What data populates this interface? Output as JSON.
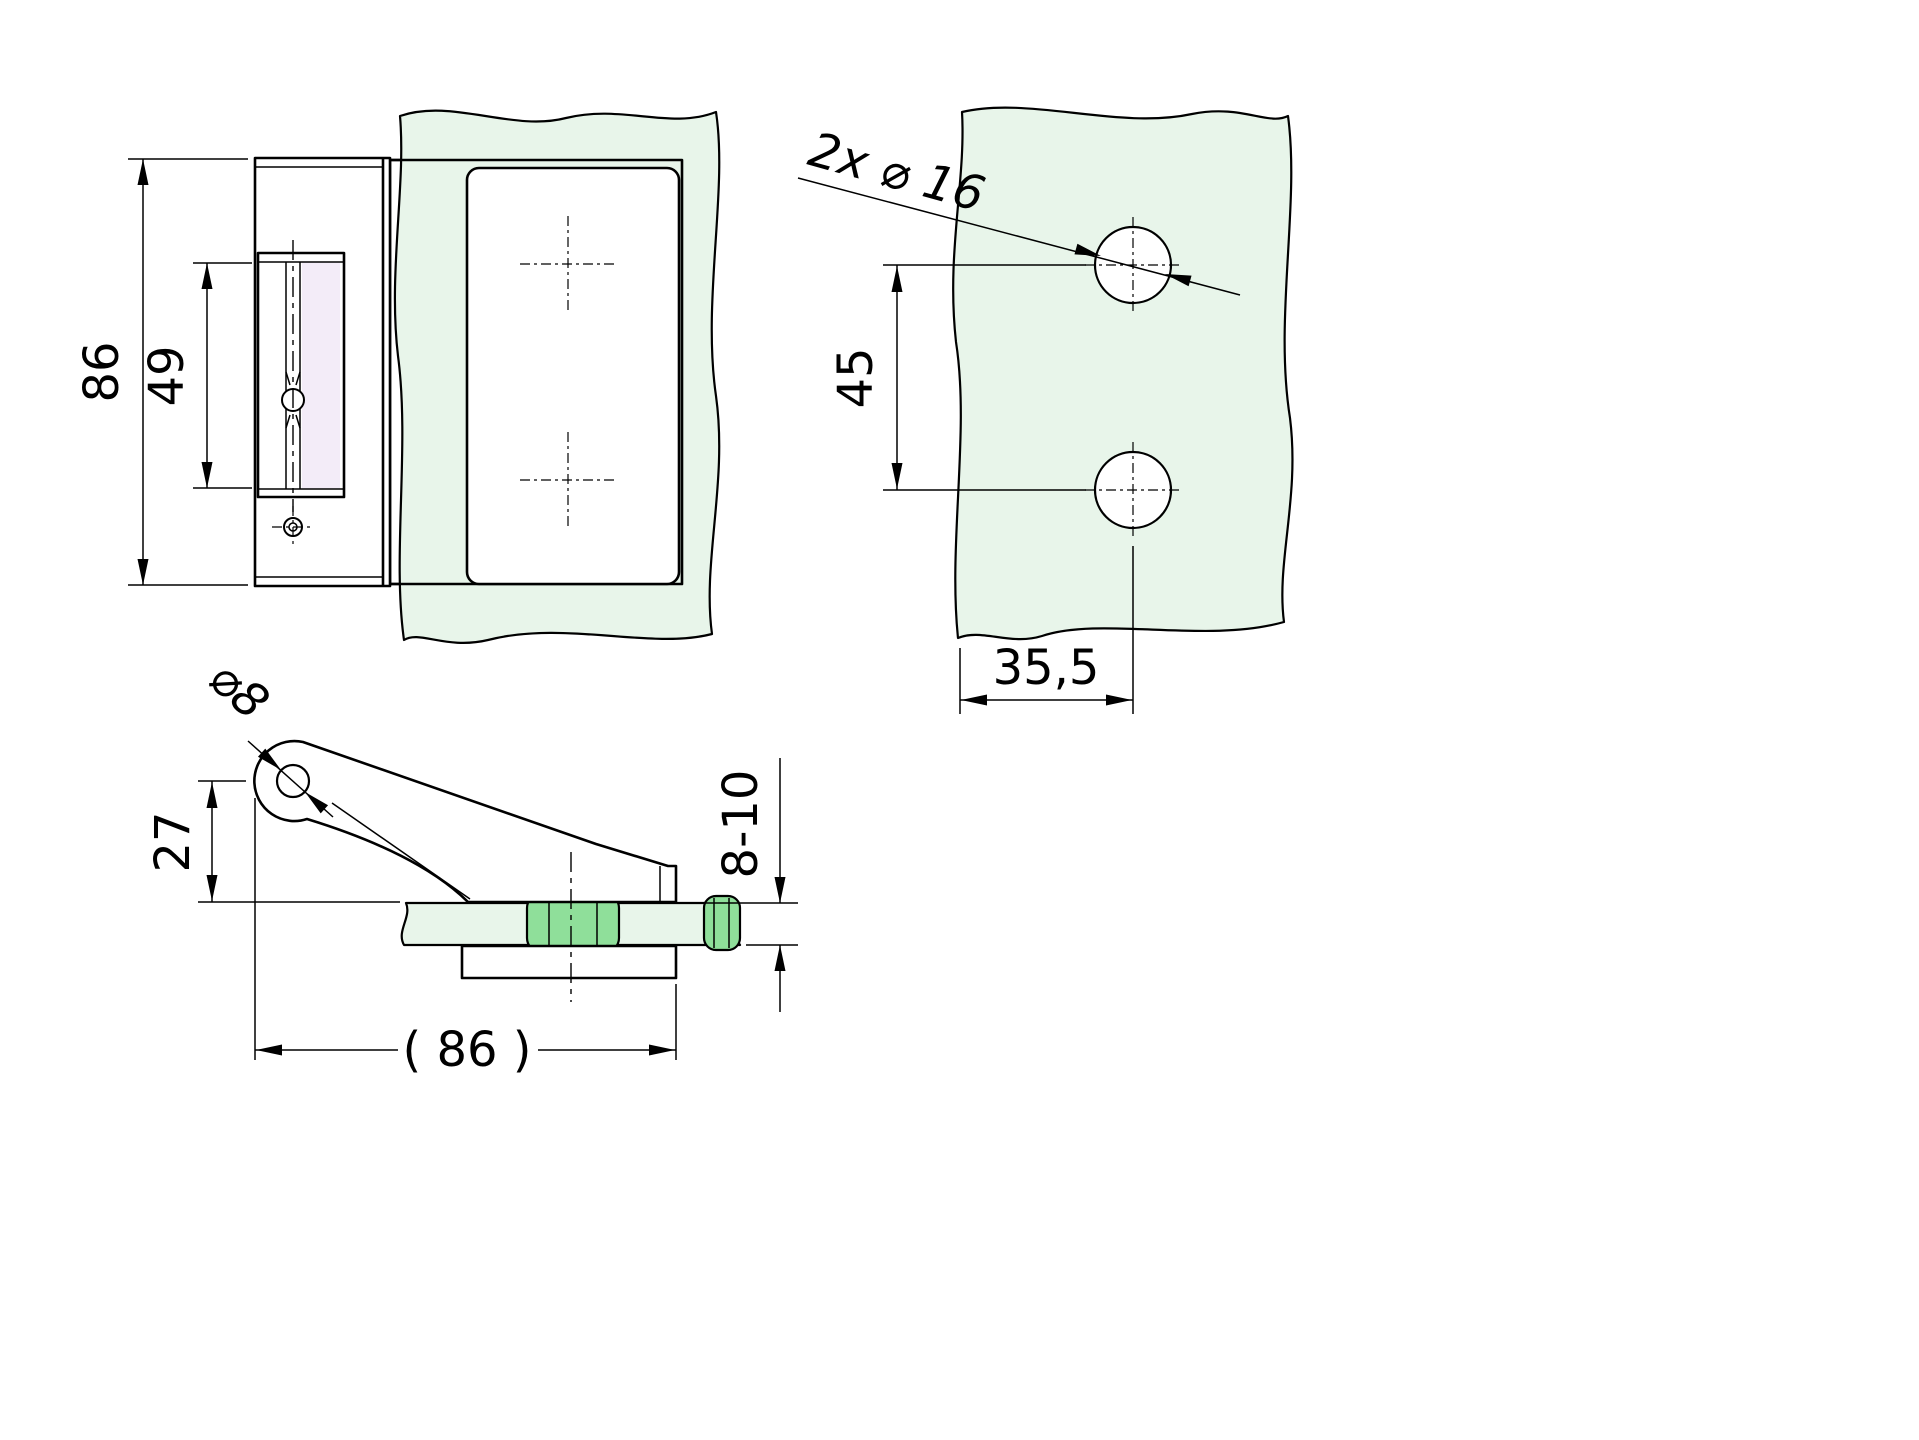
{
  "drawing": {
    "kind": "glass-door-hinge-technical-drawing",
    "views": {
      "front": {
        "dim_overall_height": "86",
        "dim_slot_height": "49"
      },
      "drill_template": {
        "label_holes": "2x ⌀ 16",
        "dim_hole_spacing": "45",
        "dim_edge_distance": "35,5"
      },
      "side": {
        "label_pin_hole": "⌀8",
        "dim_pin_height": "27",
        "dim_glass_thickness": "8-10",
        "dim_overall_width": "( 86 )"
      }
    }
  },
  "colors": {
    "background": "#ffffff",
    "line": "#000000",
    "glass_fill": "#e8f5ea",
    "gasket_fill": "#8fdf9a",
    "slot_fill": "#f3ecf8"
  }
}
